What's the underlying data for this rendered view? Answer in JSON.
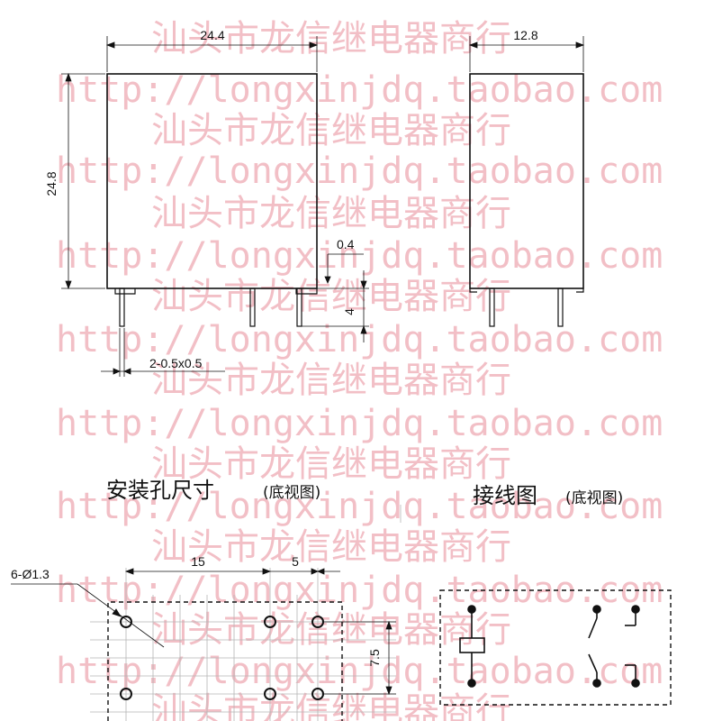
{
  "colors": {
    "ink": "#111111",
    "grid": "#b4b4b4",
    "watermark": "#f2bfc6"
  },
  "watermark": {
    "url": "http://longxinjdq.taobao.com",
    "shop": "汕头市龙信继电器商行"
  },
  "front_view": {
    "width_label": "24.4",
    "height_label": "24.8",
    "pin_offset_label": "0.4",
    "pin_length_label": "4",
    "pin_size_label": "2-0.5x0.5"
  },
  "side_view": {
    "width_label": "12.8"
  },
  "mounting": {
    "title": "安装孔尺寸",
    "subtitle": "(底视图)",
    "holes_label": "6-Ø1.3",
    "dim_15": "15",
    "dim_5": "5",
    "dim_7_5": "7.5"
  },
  "wiring": {
    "title": "接线图",
    "subtitle": "(底视图)"
  }
}
